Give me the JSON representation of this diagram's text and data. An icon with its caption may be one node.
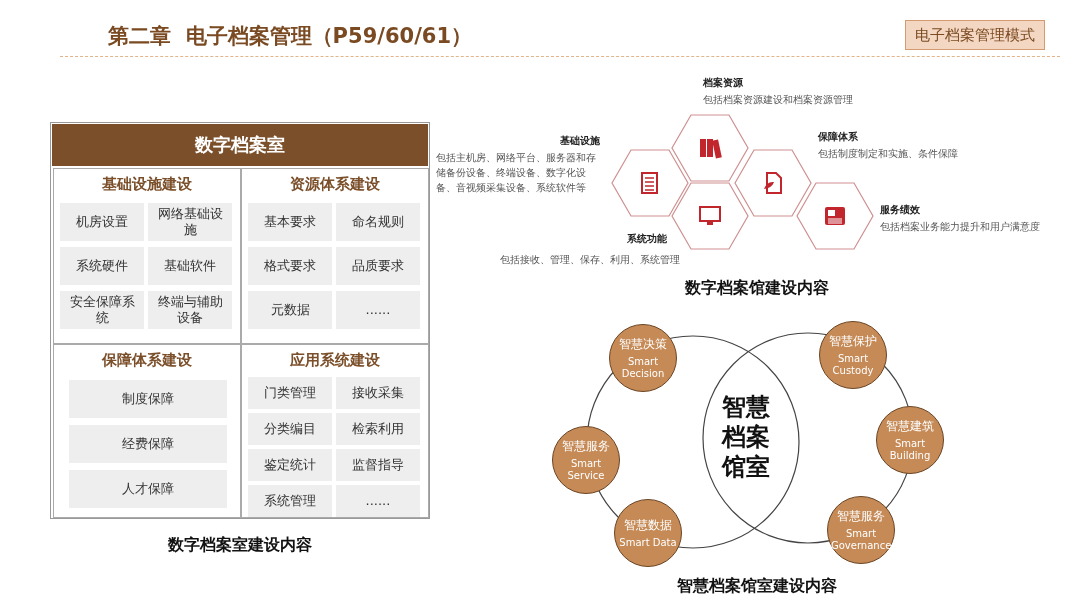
{
  "diagram": {
    "title": "第二章  电子档案管理（P59/60/61）",
    "nodes": [
      {
        "text": [
          "数字档案室"
        ]
      },
      {
        "text": [
          "基础设施建设"
        ],
        "in": 0
      },
      {
        "text": [
          "机房设置"
        ],
        "in": 1
      },
      {
        "text": [
          "网络基础设施"
        ],
        "in": 1
      },
      {
        "text": [
          "系统硬件"
        ],
        "in": 1
      },
      {
        "text": [
          "基础软件"
        ],
        "in": 1
      },
      {
        "text": [
          "安全保障系统"
        ],
        "in": 1
      },
      {
        "text": [
          "终端与辅助设备"
        ],
        "in": 1
      },
      {
        "text": [
          "资源体系建设"
        ],
        "in": 0
      },
      {
        "text": [
          "基本要求"
        ],
        "in": 8
      },
      {
        "text": [
          "命名规则"
        ],
        "in": 8
      },
      {
        "text": [
          "格式要求"
        ],
        "in": 8
      },
      {
        "text": [
          "品质要求"
        ],
        "in": 8
      },
      {
        "text": [
          "元数据"
        ],
        "in": 8
      },
      {
        "text": [
          "......"
        ],
        "in": 8
      },
      {
        "text": [
          "保障体系建设"
        ],
        "in": 0
      },
      {
        "text": [
          "制度保障"
        ],
        "in": 15
      },
      {
        "text": [
          "经费保障"
        ],
        "in": 15
      },
      {
        "text": [
          "人才保障"
        ],
        "in": 15
      },
      {
        "text": [
          "应用系统建设"
        ],
        "in": 0
      },
      {
        "text": [
          "门类管理"
        ],
        "in": 19
      },
      {
        "text": [
          "接收采集"
        ],
        "in": 19
      },
      {
        "text": [
          "分类编目"
        ],
        "in": 19
      },
      {
        "text": [
          "检索利用"
        ],
        "in": 19
      },
      {
        "text": [
          "鉴定统计"
        ],
        "in": 19
      },
      {
        "text": [
          "监督指导"
        ],
        "in": 19
      },
      {
        "text": [
          "系统管理"
        ],
        "in": 19
      },
      {
        "text": [
          "......"
        ],
        "in": 19
      },
      {
        "text": [],
        "shape": "hexagon",
        "beside": [
          "基础设施",
          "包括主机房、网络平台、服务器和存储备份设备、终端设备、数字化设备、音视频采集设备、系统软件等"
        ]
      },
      {
        "text": [],
        "shape": "hexagon",
        "beside": [
          "档案资源",
          "包括档案资源建设和档案资源管理"
        ]
      },
      {
        "text": [],
        "shape": "hexagon",
        "beside": [
          "系统功能",
          "包括接收、管理、保存、利用、系统管理"
        ]
      },
      {
        "text": [],
        "shape": "hexagon",
        "beside": [
          "保障体系",
          "包括制度制定和实施、条件保障"
        ]
      },
      {
        "text": [],
        "shape": "hexagon",
        "beside": [
          "服务绩效",
          "包括档案业务能力提升和用户满意度"
        ]
      },
      {
        "text": [],
        "shape": "circle"
      },
      {
        "text": [],
        "shape": "circle"
      },
      {
        "text": [
          "智慧决策",
          "Smart Decision"
        ]
      },
      {
        "text": [
          "智慧服务",
          "Smart Service"
        ]
      },
      {
        "text": [
          "智慧数据",
          "Smart Data"
        ]
      },
      {
        "text": [
          "智慧保护",
          "Smart Custody"
        ]
      },
      {
        "text": [
          "智慧建筑",
          "Smart Building"
        ]
      },
      {
        "text": [
          "智慧服务",
          "Smart Governance"
        ]
      }
    ],
    "edges": [],
    "labels": [
      "电子档案管理模式",
      "数字档案馆建设内容",
      "智慧档案馆室",
      "数字档案室建设内容",
      "智慧档案馆室建设内容"
    ]
  }
}
